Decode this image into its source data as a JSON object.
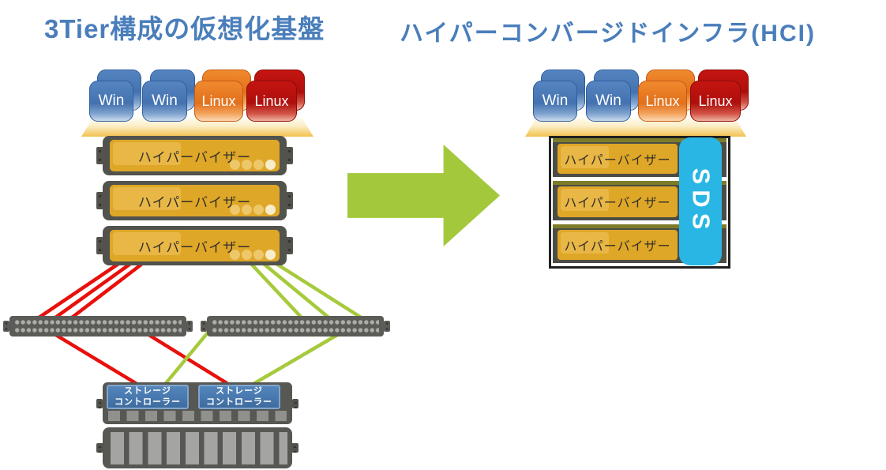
{
  "colors": {
    "title": "#4A7EBB",
    "arrow": "#A3C83C",
    "line_red": "#E8100C",
    "line_green": "#A6CA3C",
    "sds": "#29B6E4",
    "gold": "#DFA727",
    "win_blue": "#4F81BD",
    "linux_orange": "#E8721F",
    "linux_red": "#B9100C"
  },
  "left": {
    "title": "3Tier構成の仮想化基盤",
    "vms": [
      {
        "label": "Win"
      },
      {
        "label": "Win"
      },
      {
        "label": "Linux"
      },
      {
        "label": "Linux"
      }
    ],
    "hypervisors": [
      {
        "label": "ハイパーバイザー"
      },
      {
        "label": "ハイパーバイザー"
      },
      {
        "label": "ハイパーバイザー"
      }
    ],
    "storage": {
      "controllers": [
        {
          "line1": "ストレージ",
          "line2": "コントローラー"
        },
        {
          "line1": "ストレージ",
          "line2": "コントローラー"
        }
      ]
    }
  },
  "right": {
    "title": "ハイパーコンバージドインフラ(HCI)",
    "vms": [
      {
        "label": "Win"
      },
      {
        "label": "Win"
      },
      {
        "label": "Linux"
      },
      {
        "label": "Linux"
      }
    ],
    "hypervisors": [
      {
        "label": "ハイパーバイザー"
      },
      {
        "label": "ハイパーバイザー"
      },
      {
        "label": "ハイパーバイザー"
      }
    ],
    "sds_label": "SDS"
  }
}
